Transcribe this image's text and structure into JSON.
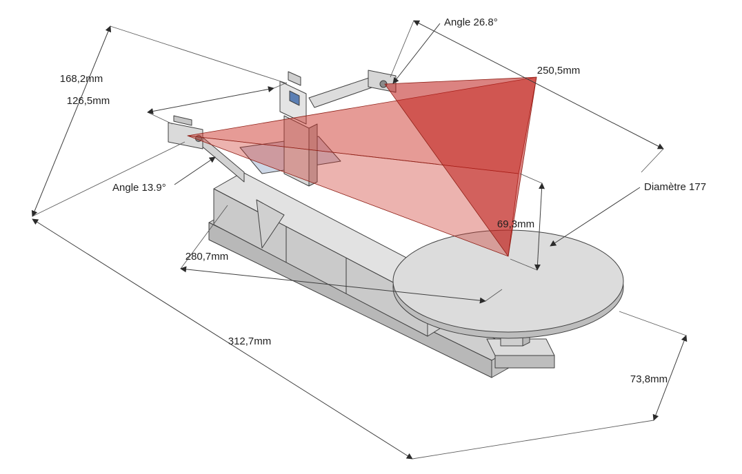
{
  "drawing": {
    "kind": "cad-dimension-diagram",
    "subject": "3d-scanner-laser-turntable-assembly",
    "background": "#ffffff"
  },
  "labels": {
    "angle_top": "Angle 26.8°",
    "angle_side": "Angle 13.9°",
    "width_top_right": "250,5mm",
    "height_left": "168,2mm",
    "offset_left": "126,5mm",
    "depth_mid": "280,7mm",
    "length_base": "312,7mm",
    "drop_right": "69,3mm",
    "height_bottom_right": "73,8mm",
    "diameter": "Diamètre 177"
  },
  "colors": {
    "laser_red": "#c0392b",
    "laser_red_light": "#d96055",
    "model_gray_light": "#e2e2e2",
    "model_gray_mid": "#cfcfcf",
    "model_gray_dark": "#b8b8b8",
    "detail_blue": "#5b7fb4",
    "line_color": "#3c3c3c",
    "text_color": "#1f1f1f"
  }
}
